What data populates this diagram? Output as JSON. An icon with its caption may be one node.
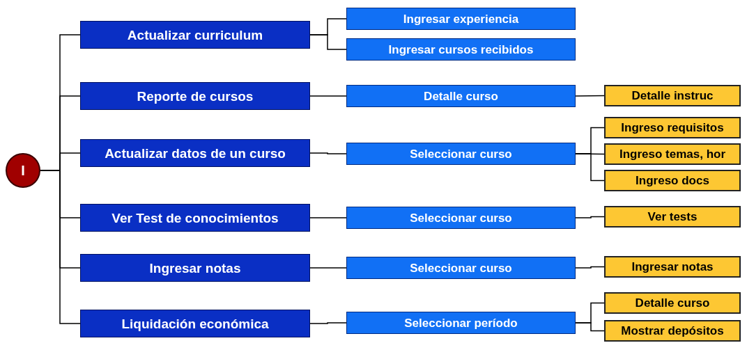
{
  "diagram": {
    "nodes": [
      {
        "text": [
          "I"
        ]
      },
      {
        "text": [
          "Actualizar curriculum"
        ]
      },
      {
        "text": [
          "Reporte de cursos"
        ]
      },
      {
        "text": [
          "Actualizar datos de un curso"
        ]
      },
      {
        "text": [
          "Ver Test de conocimientos"
        ]
      },
      {
        "text": [
          "Ingresar notas"
        ]
      },
      {
        "text": [
          "Liquidación económica"
        ]
      },
      {
        "text": [
          "Ingresar experiencia"
        ]
      },
      {
        "text": [
          "Ingresar cursos recibidos"
        ]
      },
      {
        "text": [
          "Detalle curso"
        ]
      },
      {
        "text": [
          "Seleccionar curso"
        ]
      },
      {
        "text": [
          "Seleccionar curso"
        ]
      },
      {
        "text": [
          "Seleccionar curso"
        ]
      },
      {
        "text": [
          "Seleccionar período"
        ]
      },
      {
        "text": [
          "Detalle instruc"
        ]
      },
      {
        "text": [
          "Ingreso requisitos"
        ]
      },
      {
        "text": [
          "Ingreso temas, hor"
        ]
      },
      {
        "text": [
          "Ingreso docs"
        ]
      },
      {
        "text": [
          "Ver tests"
        ]
      },
      {
        "text": [
          "Ingresar notas"
        ]
      },
      {
        "text": [
          "Detalle curso"
        ]
      },
      {
        "text": [
          "Mostrar depósitos"
        ]
      }
    ],
    "edges": [
      {
        "from": 0,
        "to": 1,
        "arrow": "none"
      },
      {
        "from": 0,
        "to": 2,
        "arrow": "none"
      },
      {
        "from": 0,
        "to": 3,
        "arrow": "none"
      },
      {
        "from": 0,
        "to": 4,
        "arrow": "none"
      },
      {
        "from": 0,
        "to": 5,
        "arrow": "none"
      },
      {
        "from": 0,
        "to": 6,
        "arrow": "none"
      },
      {
        "from": 1,
        "to": 7,
        "arrow": "none"
      },
      {
        "from": 1,
        "to": 8,
        "arrow": "none"
      },
      {
        "from": 2,
        "to": 9,
        "arrow": "none"
      },
      {
        "from": 3,
        "to": 10,
        "arrow": "none"
      },
      {
        "from": 4,
        "to": 11,
        "arrow": "none"
      },
      {
        "from": 5,
        "to": 12,
        "arrow": "none"
      },
      {
        "from": 6,
        "to": 13,
        "arrow": "none"
      },
      {
        "from": 9,
        "to": 14,
        "arrow": "none"
      },
      {
        "from": 10,
        "to": 15,
        "arrow": "none"
      },
      {
        "from": 10,
        "to": 16,
        "arrow": "none"
      },
      {
        "from": 10,
        "to": 17,
        "arrow": "none"
      },
      {
        "from": 11,
        "to": 18,
        "arrow": "none"
      },
      {
        "from": 12,
        "to": 19,
        "arrow": "none"
      },
      {
        "from": 13,
        "to": 20,
        "arrow": "none"
      },
      {
        "from": 13,
        "to": 21,
        "arrow": "none"
      }
    ]
  }
}
